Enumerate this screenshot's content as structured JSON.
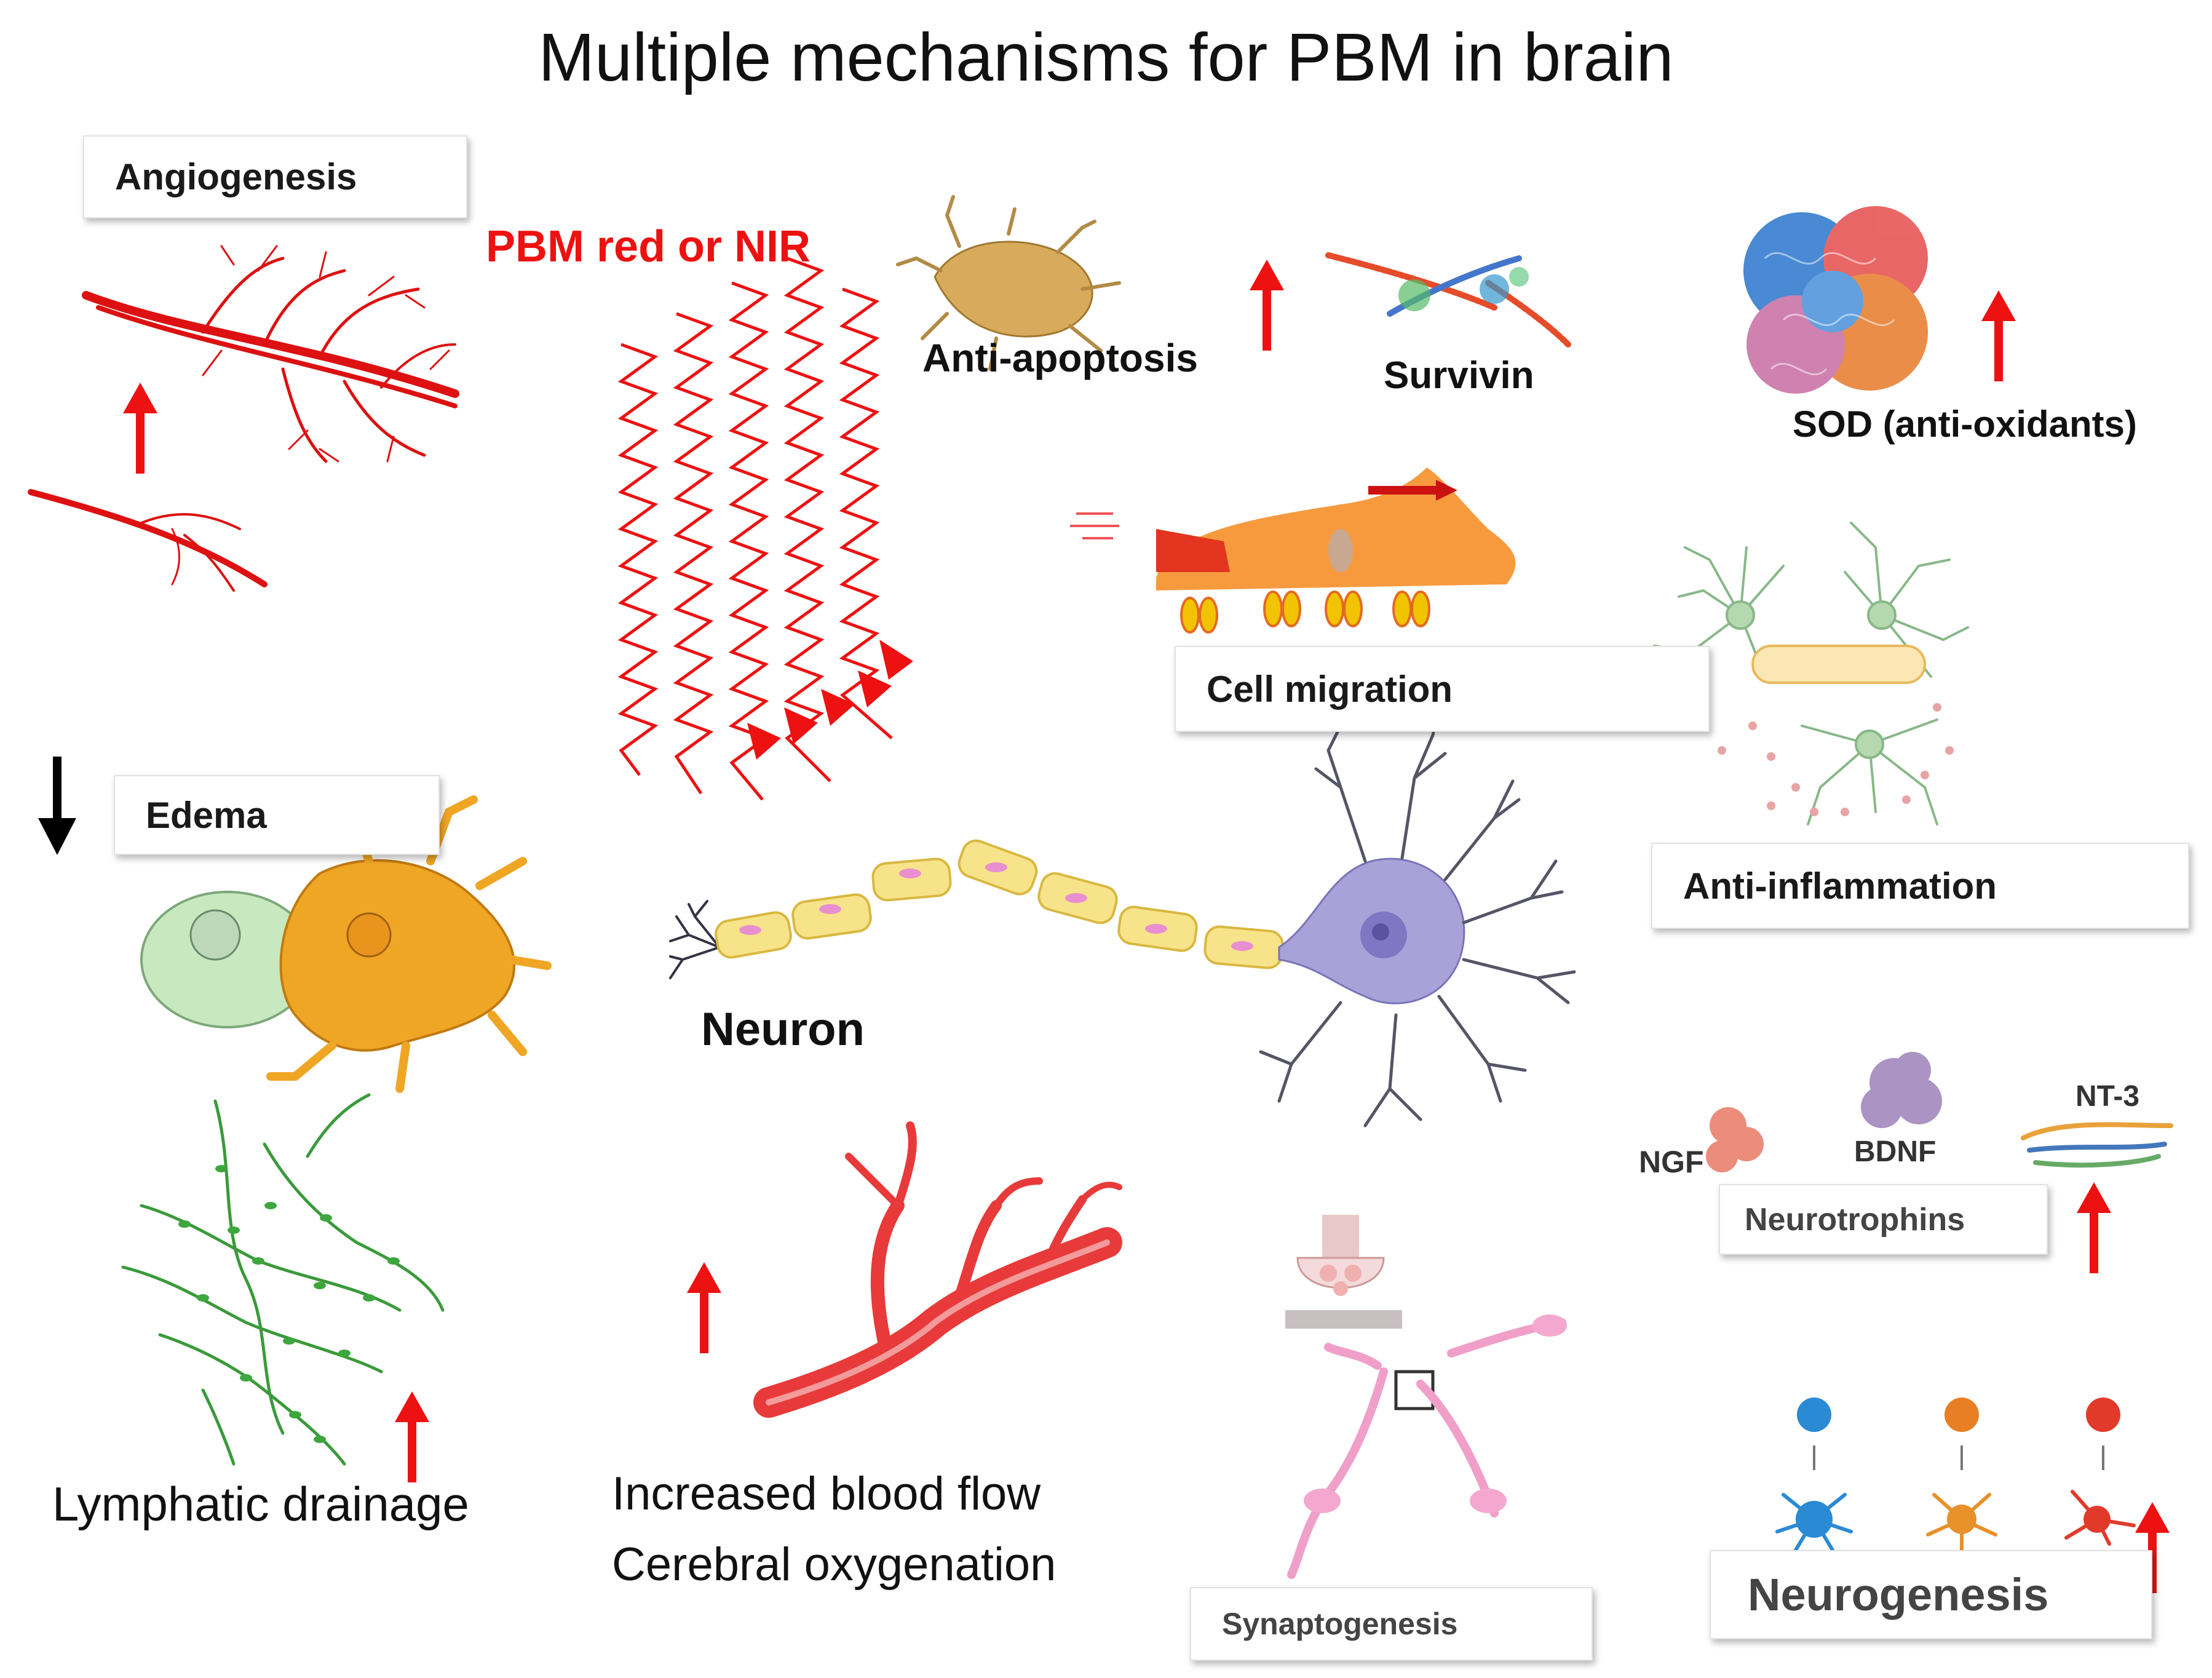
{
  "title": "Multiple mechanisms for PBM in brain",
  "pbm_label": "PBM red or NIR",
  "labels": {
    "angiogenesis": "Angiogenesis",
    "anti_apoptosis": "Anti-apoptosis",
    "survivin": "Survivin",
    "sod": "SOD (anti-oxidants)",
    "cell_migration": "Cell migration",
    "edema": "Edema",
    "anti_inflammation": "Anti-inflammation",
    "neuron": "Neuron",
    "ngf": "NGF",
    "bdnf": "BDNF",
    "nt3": "NT-3",
    "neurotrophins": "Neurotrophins",
    "lymphatic_drainage": "Lymphatic drainage",
    "blood_flow_1": "Increased  blood flow",
    "blood_flow_2": "Cerebral oxygenation",
    "synaptogenesis": "Synaptogenesis",
    "neurogenesis": "Neurogenesis"
  },
  "colors": {
    "arrow_up": "#ee1111",
    "arrow_down": "#000000",
    "vessel": "#dd1111",
    "lymph": "#3a9a3a",
    "myelin": "#f7e38a",
    "neuron_body": "#a9a2d8"
  }
}
